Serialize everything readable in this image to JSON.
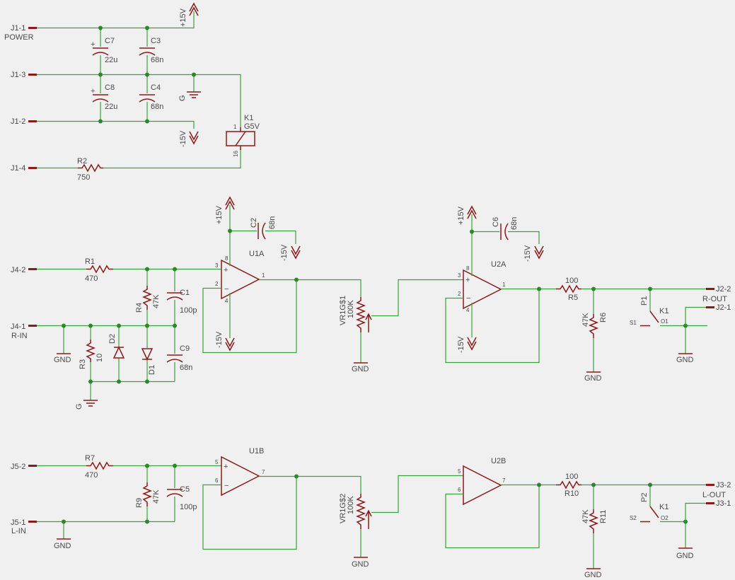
{
  "connectors": {
    "j1_1": "J1-1",
    "power": "POWER",
    "j1_3": "J1-3",
    "j1_2": "J1-2",
    "j1_4": "J1-4",
    "j4_2": "J4-2",
    "j4_1": "J4-1",
    "r_in": "R-IN",
    "j5_2": "J5-2",
    "j5_1": "J5-1",
    "l_in": "L-IN",
    "j2_2": "J2-2",
    "r_out": "R-OUT",
    "j2_1": "J2-1",
    "j3_2": "J3-2",
    "l_out": "L-OUT",
    "j3_1": "J3-1"
  },
  "components": {
    "C7": {
      "name": "C7",
      "value": "22u"
    },
    "C3": {
      "name": "C3",
      "value": "68n"
    },
    "C8": {
      "name": "C8",
      "value": "22u"
    },
    "C4": {
      "name": "C4",
      "value": "68n"
    },
    "K1_coil": {
      "name": "K1",
      "value": "G5V",
      "pin_a": "1",
      "pin_b": "16"
    },
    "R2": {
      "name": "R2",
      "value": "750"
    },
    "R1": {
      "name": "R1",
      "value": "470"
    },
    "R4": {
      "name": "R4",
      "value": "47K"
    },
    "C1": {
      "name": "C1",
      "value": "100p"
    },
    "C2": {
      "name": "C2",
      "value": "68n"
    },
    "U1A": {
      "name": "U1A",
      "p_in_plus": "3",
      "p_in_minus": "2",
      "p_out": "1",
      "p_vp": "8",
      "p_vn": "4"
    },
    "R3": {
      "name": "R3",
      "value": "10"
    },
    "D1": {
      "name": "D1"
    },
    "D2": {
      "name": "D2"
    },
    "C9": {
      "name": "C9",
      "value": "68n"
    },
    "VR1G1": {
      "name": "VR1G$1",
      "value": "100K"
    },
    "C6": {
      "name": "C6",
      "value": "68n"
    },
    "U2A": {
      "name": "U2A",
      "p_in_plus": "3",
      "p_in_minus": "2",
      "p_out": "1",
      "p_vp": "8",
      "p_vn": "4"
    },
    "R5": {
      "name": "R5",
      "value": "100"
    },
    "R6": {
      "name": "R6",
      "value": "47K"
    },
    "K1_sw1": {
      "name": "K1",
      "p": "P1",
      "s": "S1",
      "o": "O1"
    },
    "R7": {
      "name": "R7",
      "value": "470"
    },
    "R9": {
      "name": "R9",
      "value": "47K"
    },
    "C5": {
      "name": "C5",
      "value": "100p"
    },
    "U1B": {
      "name": "U1B",
      "p_in_plus": "5",
      "p_in_minus": "6",
      "p_out": "7"
    },
    "VR1G2": {
      "name": "VR1G$2",
      "value": "100K"
    },
    "U2B": {
      "name": "U2B",
      "p_in_plus": "5",
      "p_in_minus": "6",
      "p_out": "7"
    },
    "R10": {
      "name": "R10",
      "value": "100"
    },
    "R11": {
      "name": "R11",
      "value": "47K"
    },
    "K1_sw2": {
      "name": "K1",
      "p": "P2",
      "s": "S2",
      "o": "O2"
    }
  },
  "supplies": {
    "pos": "+15V",
    "neg": "-15V",
    "gnd": "GND",
    "g": "G"
  },
  "colors": {
    "wire": "#3aa23a",
    "component": "#8b1a1a",
    "junction": "#2a8a2a",
    "label": "#4a4a4a",
    "background": "#f0f0f0"
  }
}
